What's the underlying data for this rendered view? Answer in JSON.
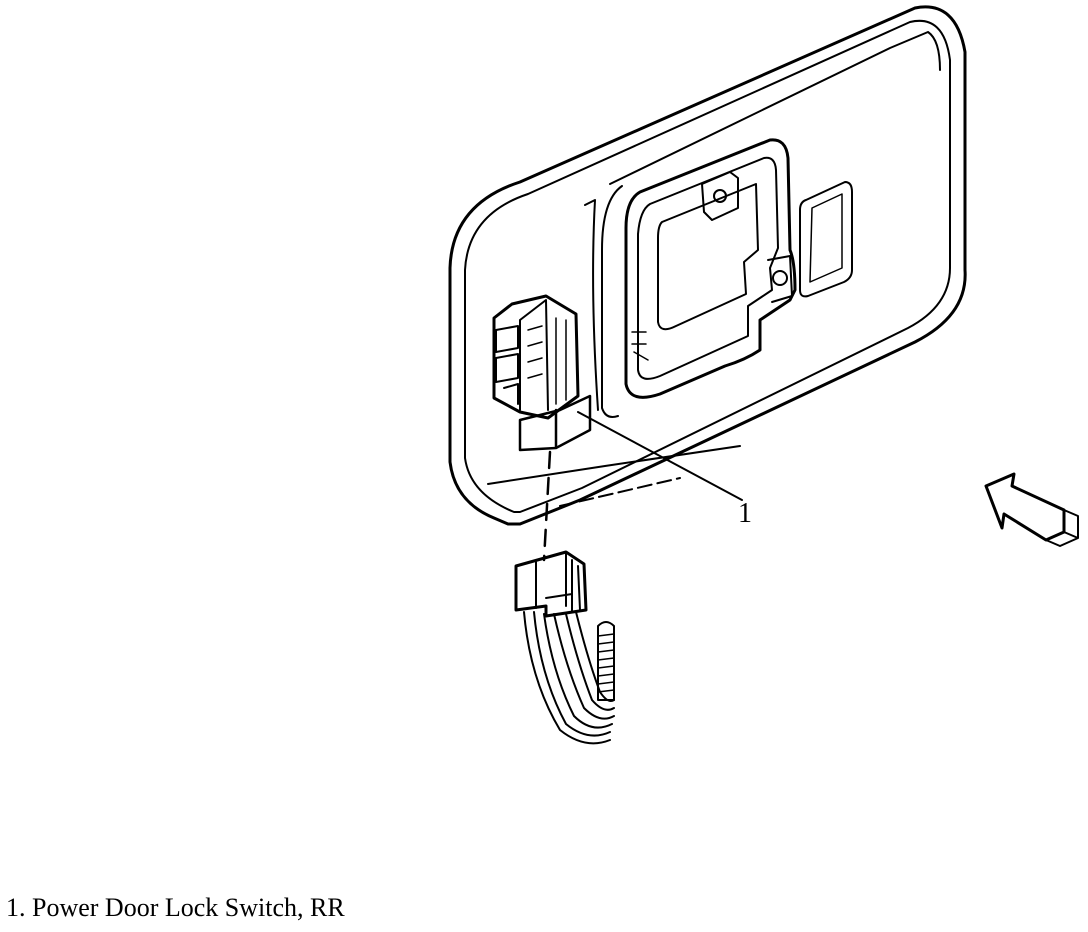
{
  "diagram": {
    "callout_number": "1",
    "legend": [
      {
        "number": "1.",
        "label": "Power Door Lock Switch, RR"
      }
    ]
  }
}
